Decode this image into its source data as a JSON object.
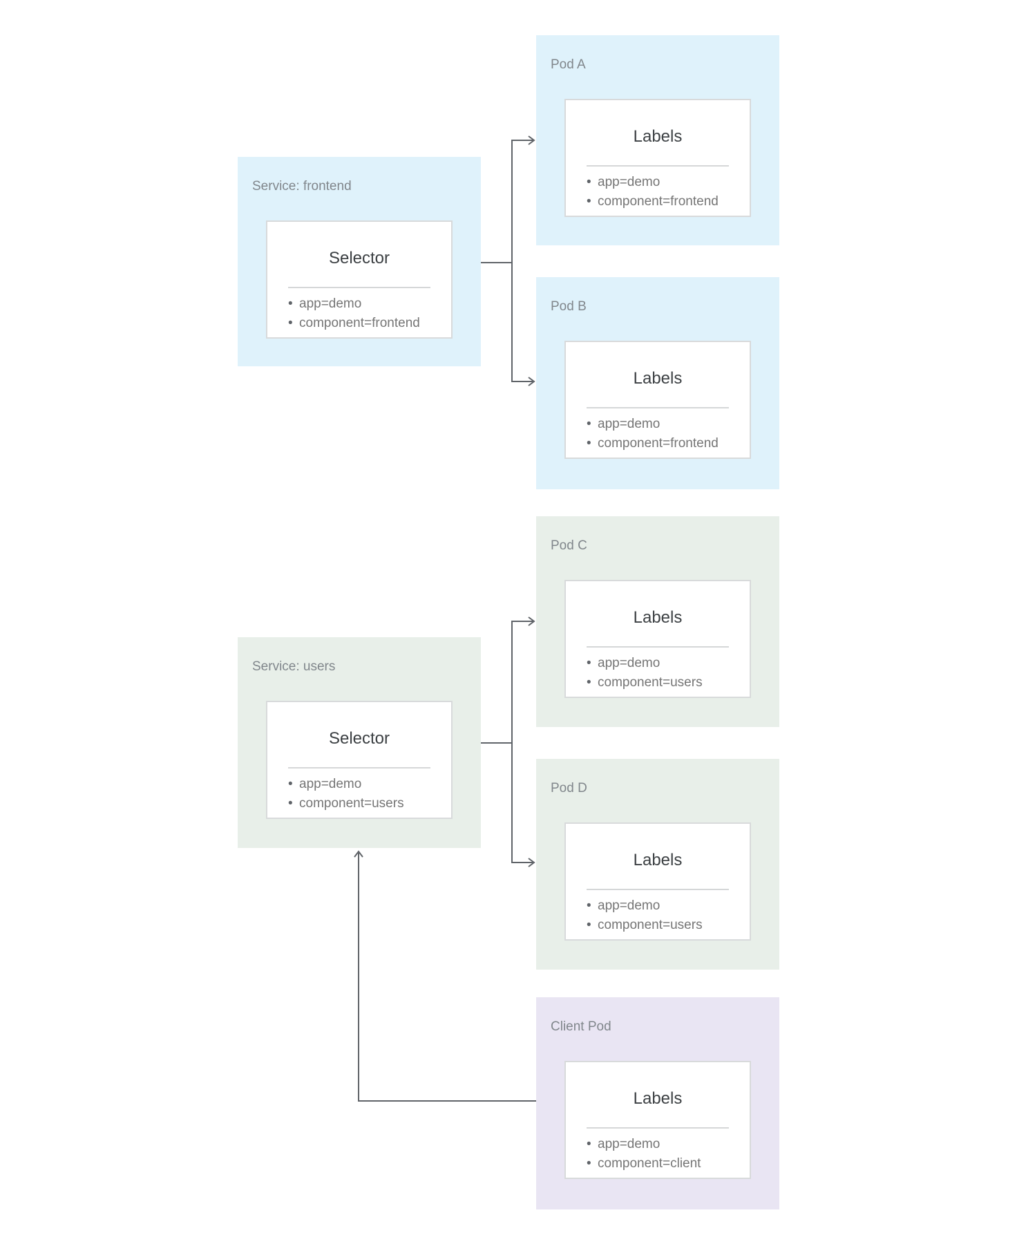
{
  "colors": {
    "page_bg": "#ffffff",
    "blue_bg": "#dff2fb",
    "green_bg": "#e8efe9",
    "purple_bg": "#e9e5f3",
    "card_bg": "#ffffff",
    "card_border": "#d8dadb",
    "divider": "#d5d7d8",
    "title_text": "#80868b",
    "card_title_text": "#3c4043",
    "item_text": "#757575",
    "bullet": "#5f6368",
    "arrow": "#5f6368"
  },
  "nodes": [
    {
      "title": "Service: frontend",
      "card_title": "Selector",
      "items": [
        "app=demo",
        "component=frontend"
      ],
      "theme": "blue"
    },
    {
      "title": "Pod A",
      "card_title": "Labels",
      "items": [
        "app=demo",
        "component=frontend"
      ],
      "theme": "blue"
    },
    {
      "title": "Pod B",
      "card_title": "Labels",
      "items": [
        "app=demo",
        "component=frontend"
      ],
      "theme": "blue"
    },
    {
      "title": "Service: users",
      "card_title": "Selector",
      "items": [
        "app=demo",
        "component=users"
      ],
      "theme": "green"
    },
    {
      "title": "Pod C",
      "card_title": "Labels",
      "items": [
        "app=demo",
        "component=users"
      ],
      "theme": "green"
    },
    {
      "title": "Pod D",
      "card_title": "Labels",
      "items": [
        "app=demo",
        "component=users"
      ],
      "theme": "green"
    },
    {
      "title": "Client Pod",
      "card_title": "Labels",
      "items": [
        "app=demo",
        "component=client"
      ],
      "theme": "purple"
    }
  ],
  "connectors": {
    "frontend_to_pod_a": "Service: frontend -> Pod A",
    "frontend_to_pod_b": "Service: frontend -> Pod B",
    "users_to_pod_c": "Service: users -> Pod C",
    "users_to_pod_d": "Service: users -> Pod D",
    "client_to_users": "Client Pod -> Service: users"
  }
}
